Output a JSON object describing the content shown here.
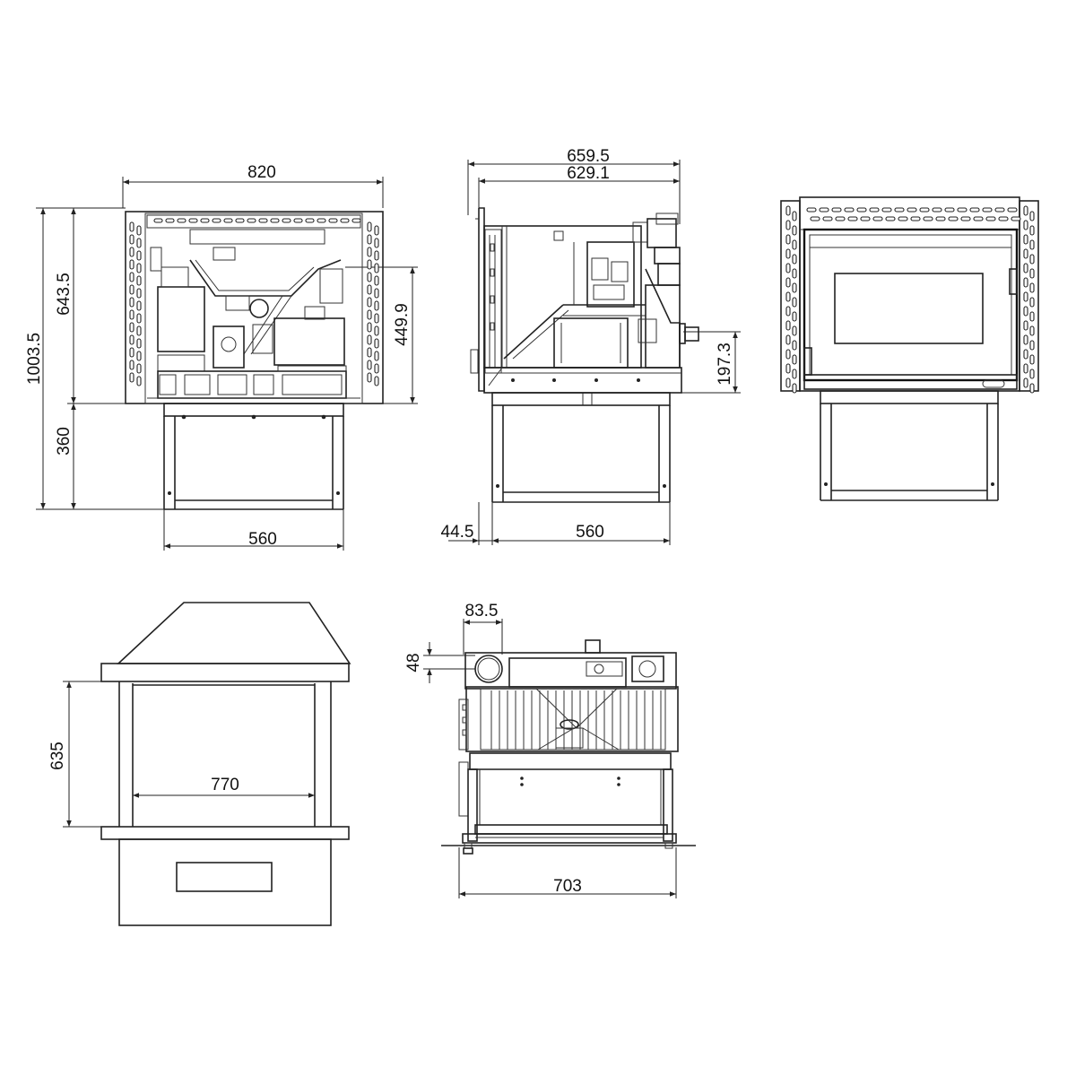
{
  "dimensions": {
    "front_width": "820",
    "front_total_height": "1003.5",
    "front_upper_height": "643.5",
    "front_inner_height": "449.9",
    "stand_height": "360",
    "front_stand_width": "560",
    "side_overall_depth": "659.5",
    "side_body_depth": "629.1",
    "side_flue_height": "197.3",
    "side_offset": "44.5",
    "side_stand_width": "560",
    "top_flue_offset": "83.5",
    "top_flue_diameter": "48",
    "hood_opening_height": "635",
    "hood_opening_width": "770",
    "top_overall_width": "703"
  }
}
